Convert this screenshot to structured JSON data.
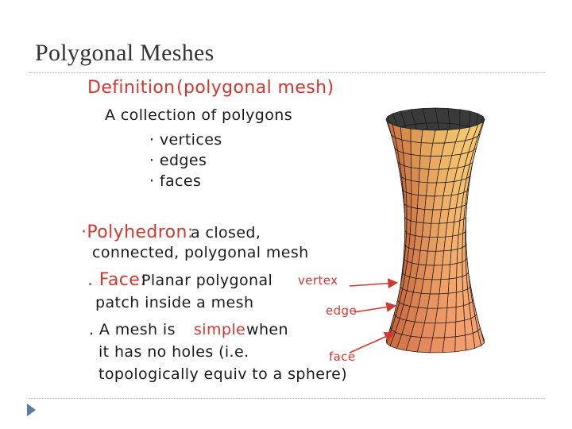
{
  "slide": {
    "title": "Polygonal Meshes"
  },
  "notes": {
    "def_label": "Definition",
    "def_paren": "(polygonal mesh)",
    "def_text": "A collection of polygons",
    "bullets": [
      "· vertices",
      "· edges",
      "· faces"
    ],
    "polyhedron_label": "·Polyhedron:",
    "polyhedron_text1": "a closed,",
    "polyhedron_text2": "connected, polygonal mesh",
    "face_label": ". Face:",
    "face_text1": "Planar polygonal",
    "face_text2": "patch inside a mesh",
    "mesh_prefix": ". A mesh is",
    "mesh_simple": "simple",
    "mesh_when": "when",
    "mesh_text2": "it has no holes (i.e.",
    "mesh_text3": "topologically equiv to a sphere)"
  },
  "figure": {
    "labels": {
      "vertex": "vertex",
      "edge": "edge",
      "face": "face"
    }
  },
  "colors": {
    "ink": "#1a1a1a",
    "red_ink": "#d4362e",
    "title": "#333333",
    "nav_arrow": "#5a7aa8"
  },
  "icons": {
    "nav": "nav-triangle-icon"
  }
}
